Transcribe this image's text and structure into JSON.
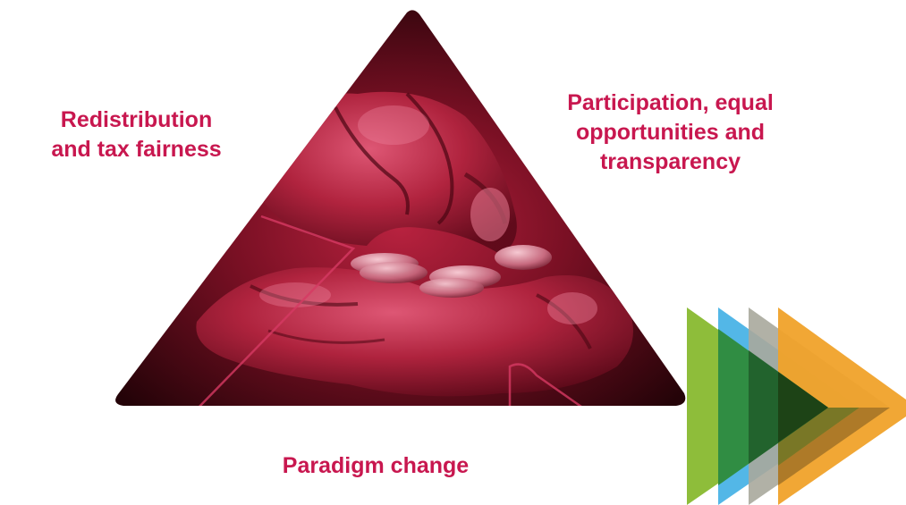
{
  "labels": {
    "left": [
      "Redistribution",
      "and tax fairness"
    ],
    "right": [
      "Participation, equal",
      "opportunities and",
      "transparency"
    ],
    "bottom": [
      "Paradigm change"
    ]
  },
  "colors": {
    "label_text": "#c8174f",
    "triangle_base": "#3a0810",
    "triangle_highlight": "#c6284e",
    "arrow_green_light": "#8ebd3a",
    "arrow_blue": "#4ab3e6",
    "arrow_grey": "#a8a89c",
    "arrow_orange": "#f0a22a",
    "arrow_green_dark": "#2e8b3a"
  },
  "decoration": {
    "triangle_image": "hands-holding-coins",
    "arrow_logo": "layered-chevron-arrows"
  }
}
